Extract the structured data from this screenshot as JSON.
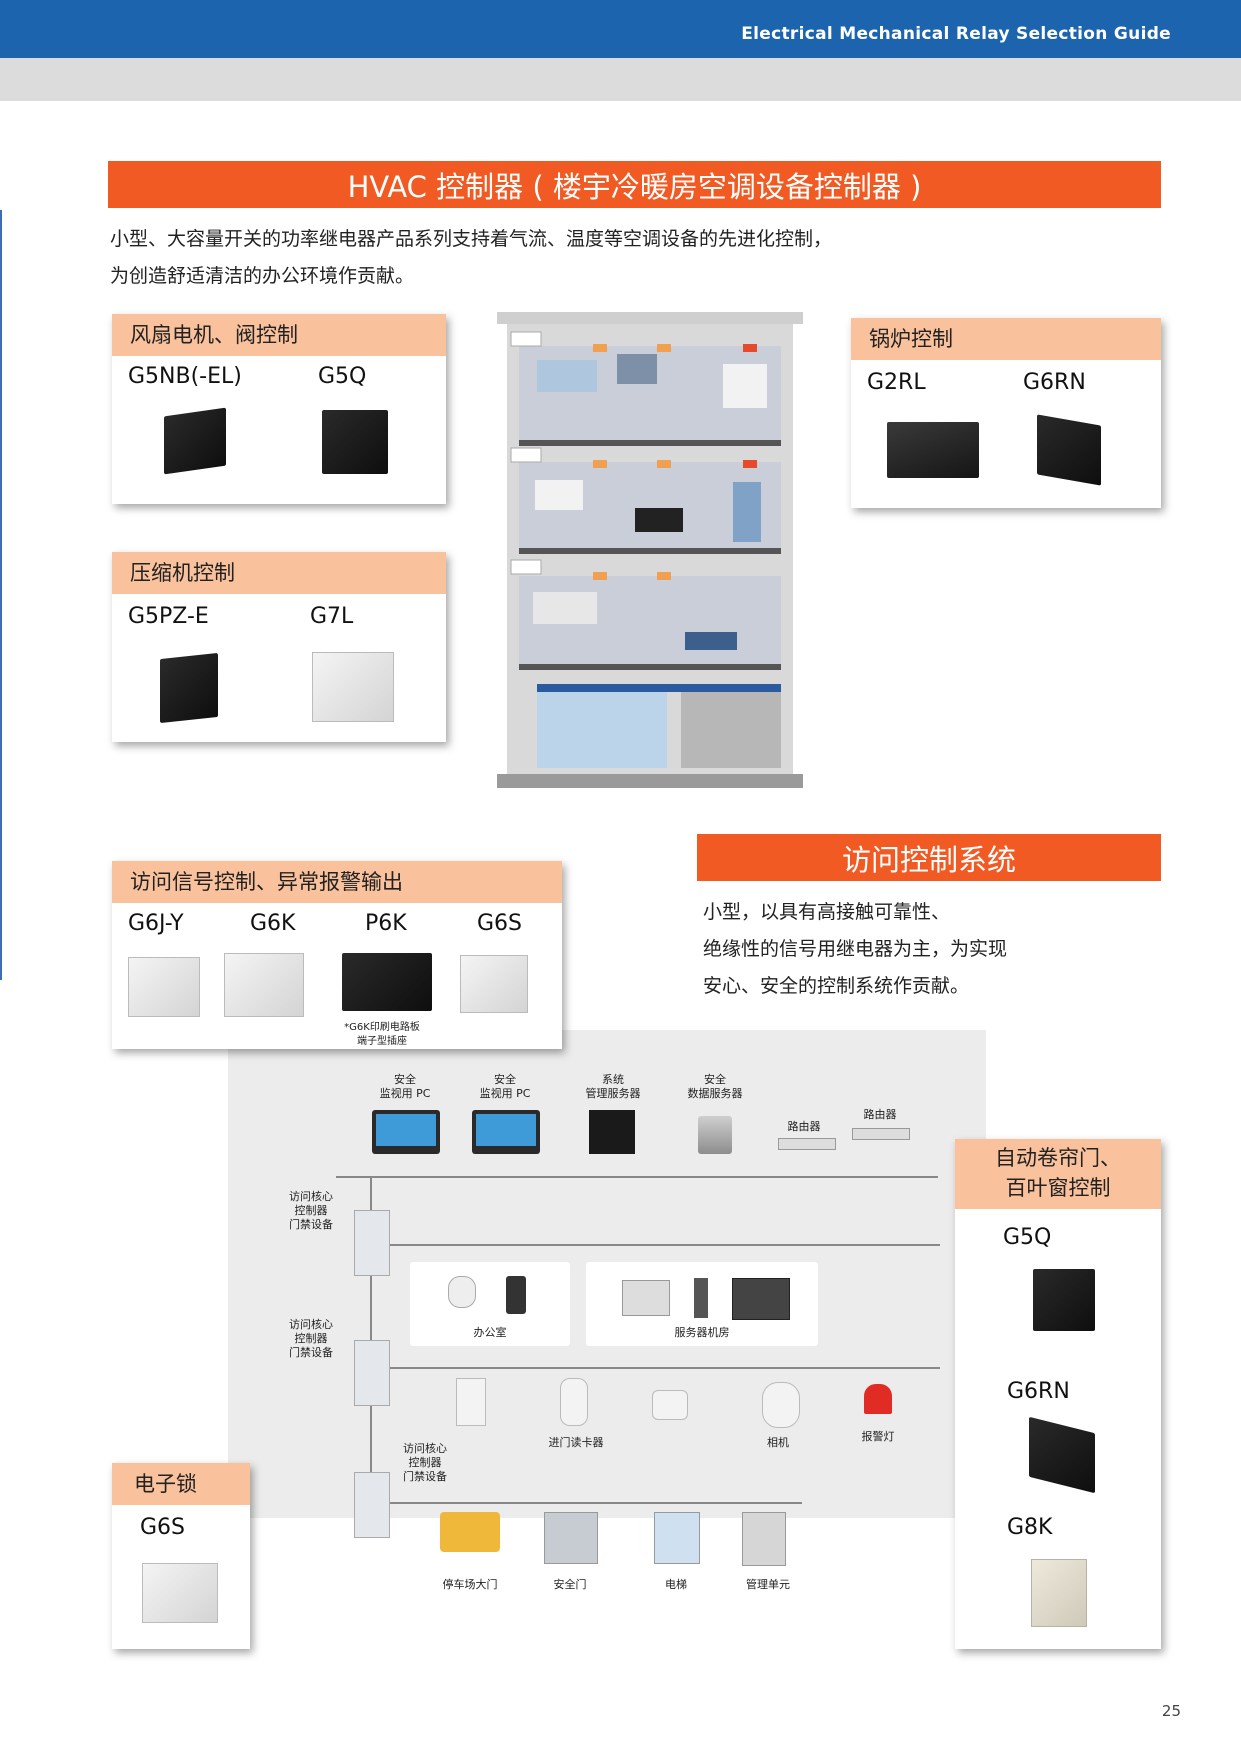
{
  "header": {
    "title": "Electrical Mechanical Relay Selection Guide"
  },
  "hvac": {
    "banner": "HVAC 控制器 ( 楼宇冷暖房空调设备控制器 )",
    "intro_line1": "小型、大容量开关的功率继电器产品系列支持着气流、温度等空调设备的先进化控制，",
    "intro_line2": "为创造舒适清洁的办公环境作贡献。",
    "cards": {
      "fan": {
        "title": "风扇电机、阀控制",
        "models": [
          "G5NB(-EL)",
          "G5Q"
        ]
      },
      "compressor": {
        "title": "压缩机控制",
        "models": [
          "G5PZ-E",
          "G7L"
        ]
      },
      "boiler": {
        "title": "锅炉控制",
        "models": [
          "G2RL",
          "G6RN"
        ]
      }
    }
  },
  "access": {
    "banner": "访问控制系统",
    "intro_line1": "小型，以具有高接触可靠性、",
    "intro_line2": "绝缘性的信号用继电器为主，为实现",
    "intro_line3": "安心、安全的控制系统作贡献。",
    "signal_card": {
      "title": "访问信号控制、异常报警输出",
      "models": [
        "G6J-Y",
        "G6K",
        "P6K",
        "G6S"
      ],
      "note_line1": "*G6K印刷电路板",
      "note_line2": "端子型插座"
    },
    "lock_card": {
      "title": "电子锁",
      "models": [
        "G6S"
      ]
    },
    "shutter_card": {
      "title_line1": "自动卷帘门、",
      "title_line2": "百叶窗控制",
      "models": [
        "G5Q",
        "G6RN",
        "G8K"
      ]
    },
    "network": {
      "pc1": [
        "安全",
        "监视用 PC"
      ],
      "pc2": [
        "安全",
        "监视用 PC"
      ],
      "mgmt_server": [
        "系统",
        "管理服务器"
      ],
      "data_server": [
        "安全",
        "数据服务器"
      ],
      "router1": "路由器",
      "router2": "路由器",
      "controller1": [
        "访问核心",
        "控制器",
        "门禁设备"
      ],
      "controller2": [
        "访问核心",
        "控制器",
        "门禁设备"
      ],
      "controller3": [
        "访问核心",
        "控制器",
        "门禁设备"
      ],
      "office": "办公室",
      "server_room": "服务器机房",
      "card_reader": "进门读卡器",
      "camera": "相机",
      "alarm_light": "报警灯",
      "parking_gate": "停车场大门",
      "security_gate": "安全门",
      "elevator": "电梯",
      "management_unit": "管理单元"
    }
  },
  "page_number": "25",
  "colors": {
    "header_blue": "#1c64ad",
    "banner_orange": "#f15a22",
    "card_header_peach": "#f9c19c"
  }
}
